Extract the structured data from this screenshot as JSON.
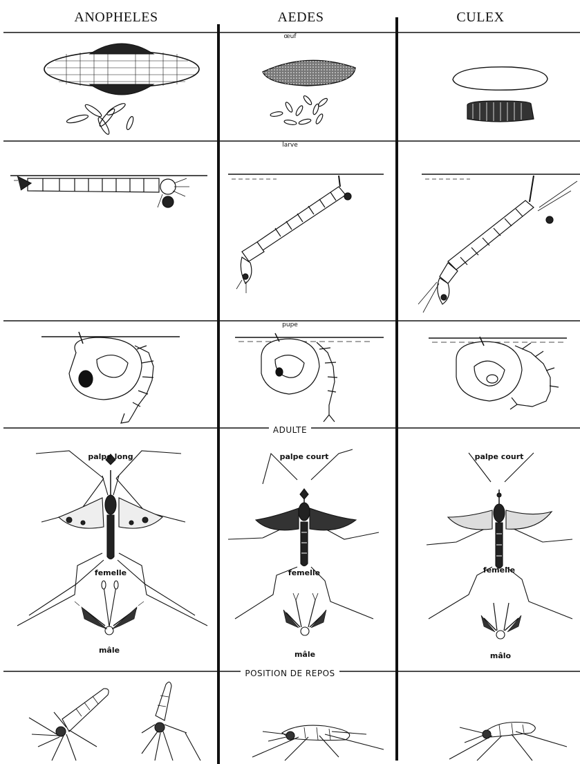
{
  "columns": [
    {
      "id": "anopheles",
      "title": "ANOPHELES"
    },
    {
      "id": "aedes",
      "title": "AEDES"
    },
    {
      "id": "culex",
      "title": "CULEX"
    }
  ],
  "sections": {
    "egg": "œuf",
    "larva": "larve",
    "pupa": "pupe",
    "adult": "ADULTE",
    "rest": "POSITION DE REPOS"
  },
  "adult_labels": {
    "anopheles": {
      "palp": "palpe long",
      "female": "femelle",
      "male": "mâle"
    },
    "aedes": {
      "palp": "palpe court",
      "female": "femelle",
      "male": "mâle"
    },
    "culex": {
      "palp": "palpe court",
      "female": "femelle",
      "male": "mâlo"
    }
  }
}
